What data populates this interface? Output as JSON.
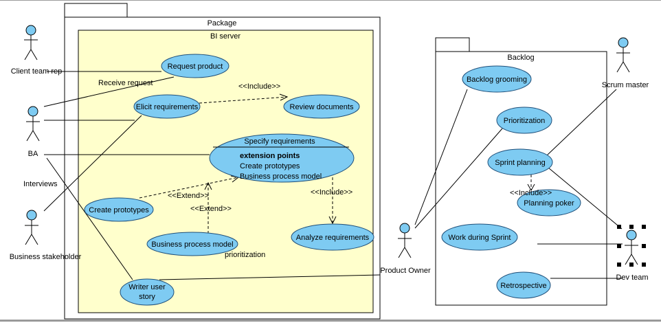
{
  "colors": {
    "use_case_fill": "#7ecbf2",
    "system_fill": "#ffffcc",
    "line": "#000000"
  },
  "packages": {
    "left": "Package",
    "right": "Backlog"
  },
  "system_title": "BI server",
  "actors": {
    "client": "Client team rep",
    "ba": "BA",
    "stakeholder": "Business stakeholder",
    "product_owner": "Product Owner",
    "scrum_master": "Scrum master",
    "dev_team": "Dev team"
  },
  "use_cases": {
    "request_product": "Request product",
    "elicit": "Elicit requirements",
    "review": "Review documents",
    "specify": "Specify requirements",
    "ext_points_header": "extension points",
    "ext_point_1": "Create prototypes",
    "ext_point_2": "Business process model",
    "create_prototypes": "Create prototypes",
    "bpm": "Business process model",
    "analyze": "Analyze requirements",
    "writer_line1": "Writer user",
    "writer_line2": "story",
    "backlog_grooming": "Backlog grooming",
    "prioritization": "Prioritization",
    "sprint_planning": "Sprint planning",
    "planning_poker": "Planning poker",
    "work_sprint": "Work during Sprint",
    "retrospective": "Retrospective"
  },
  "labels": {
    "receive_request": "Receive request",
    "interviews": "Interviews",
    "prioritization_note": "prioritization",
    "include": "<<Include>>",
    "extend": "<<Extend>>",
    "include_sprint": "<<Include>>"
  }
}
